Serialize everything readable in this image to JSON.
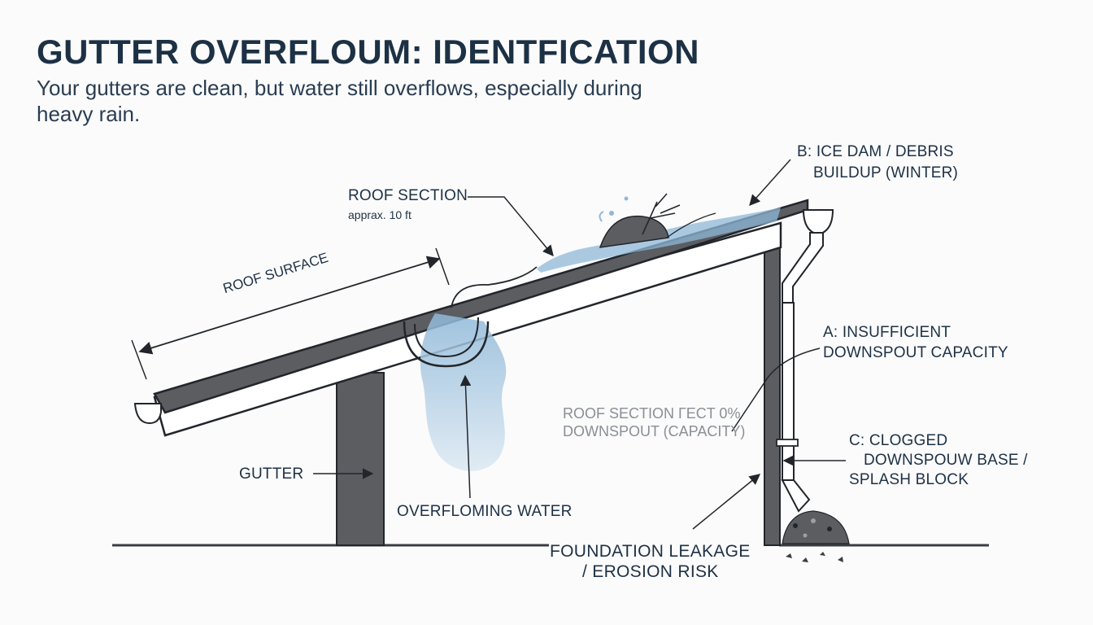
{
  "header": {
    "title": "GUTTER OVERFLOUM: IDENTFICATION",
    "subtitle": "Your gutters are clean, but water still overflows, especially during heavy rain."
  },
  "labels": {
    "roof_section": "ROOF SECTION",
    "roof_section_length": "apprax. 10 ft",
    "roof_surface": "ROOF SURFACE",
    "gutter": "GUTTER",
    "overflowing_water": "OVERFLOMING WATER",
    "ghost_line1": "ROOF SECTION ГECT 0%",
    "ghost_line2": "DOWNSPOUT (CAPACITY)",
    "foundation_line1": "FOUNDATION LEAKAGE",
    "foundation_line2": "/ EROSION RISK",
    "cause_b_line1": "B: ICE DAM / DEBRIS",
    "cause_b_line2": "BUILDUP (WINTER)",
    "cause_a_line1": "A: INSUFFICIENT",
    "cause_a_line2": "DOWNSPOUT CAPACITY",
    "cause_c_line1": "C: CLOGGED",
    "cause_c_line2": "DOWNSPOUW BASE /",
    "cause_c_line3": "SPLASH BLOCK"
  },
  "colors": {
    "roof_dark": "#5b5d61",
    "outline": "#22262b",
    "water": "#8fb8d8",
    "water_light": "#c9dcec",
    "text": "#1d3145"
  }
}
